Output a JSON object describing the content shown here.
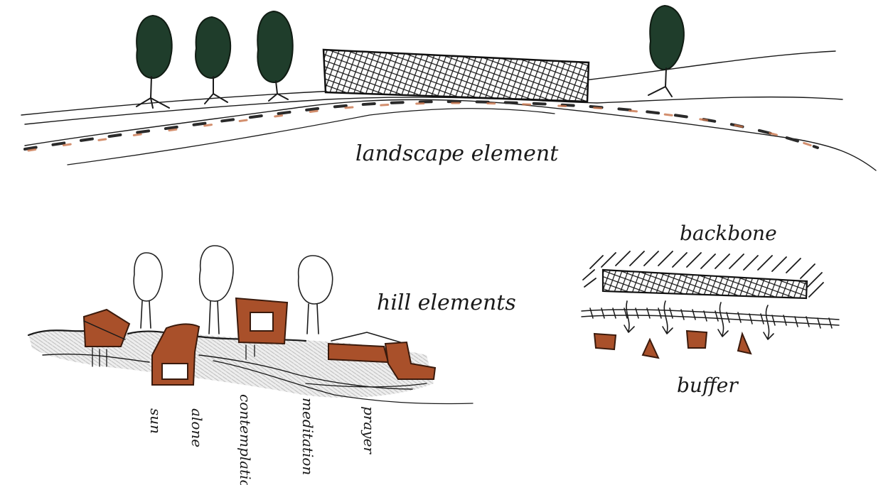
{
  "labels": {
    "landscape": "landscape element",
    "hill": "hill elements",
    "backbone": "backbone",
    "buffer": "buffer"
  },
  "hill_annotations": [
    "sun",
    "alone",
    "contemplation",
    "meditation",
    "prayer"
  ],
  "colors": {
    "ink": "#1a1a1a",
    "rust": "#a9502a",
    "tree_green": "#1f3d2b",
    "hatch_gray": "#d9d9d9",
    "road_dash": "#c8734a"
  }
}
